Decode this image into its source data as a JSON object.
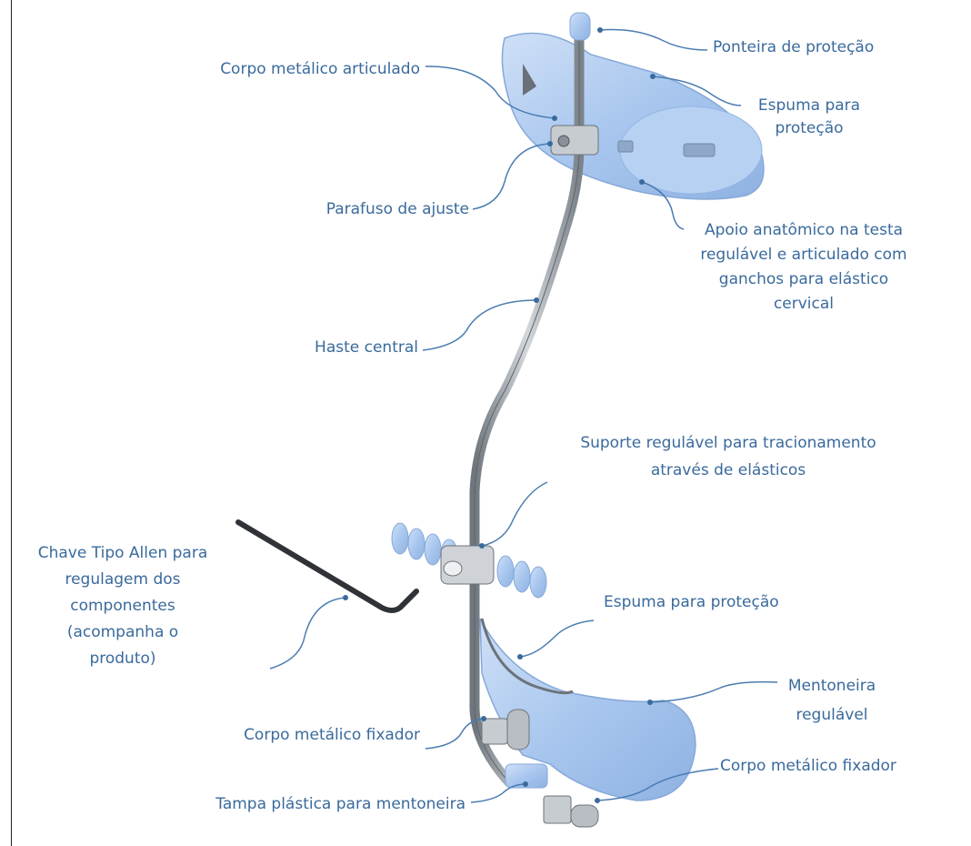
{
  "colors": {
    "label_text": "#3a6a9c",
    "leader_line": "#4a7cb0",
    "foam_blue": "#a8c6ee",
    "metal": "#9aa1a8"
  },
  "labels": {
    "ponteira": "Ponteira de proteção",
    "corpo_articulado": "Corpo metálico articulado",
    "espuma_top_line1": "Espuma para",
    "espuma_top_line2": "proteção",
    "parafuso": "Parafuso de ajuste",
    "apoio_line1": "Apoio anatômico na testa",
    "apoio_line2": "regulável e articulado com",
    "apoio_line3": "ganchos para elástico",
    "apoio_line4": "cervical",
    "haste": "Haste central",
    "suporte_line1": "Suporte regulável para tracionamento",
    "suporte_line2": "através de elásticos",
    "chave_line1": "Chave Tipo Allen para",
    "chave_line2": "regulagem dos",
    "chave_line3": "componentes",
    "chave_line4": "(acompanha o",
    "chave_line5": "produto)",
    "espuma_bottom": "Espuma para proteção",
    "mentoneira_line1": "Mentoneira",
    "mentoneira_line2": "regulável",
    "corpo_fixador_left": "Corpo metálico fixador",
    "corpo_fixador_right": "Corpo metálico fixador",
    "tampa": "Tampa plástica para mentoneira"
  }
}
